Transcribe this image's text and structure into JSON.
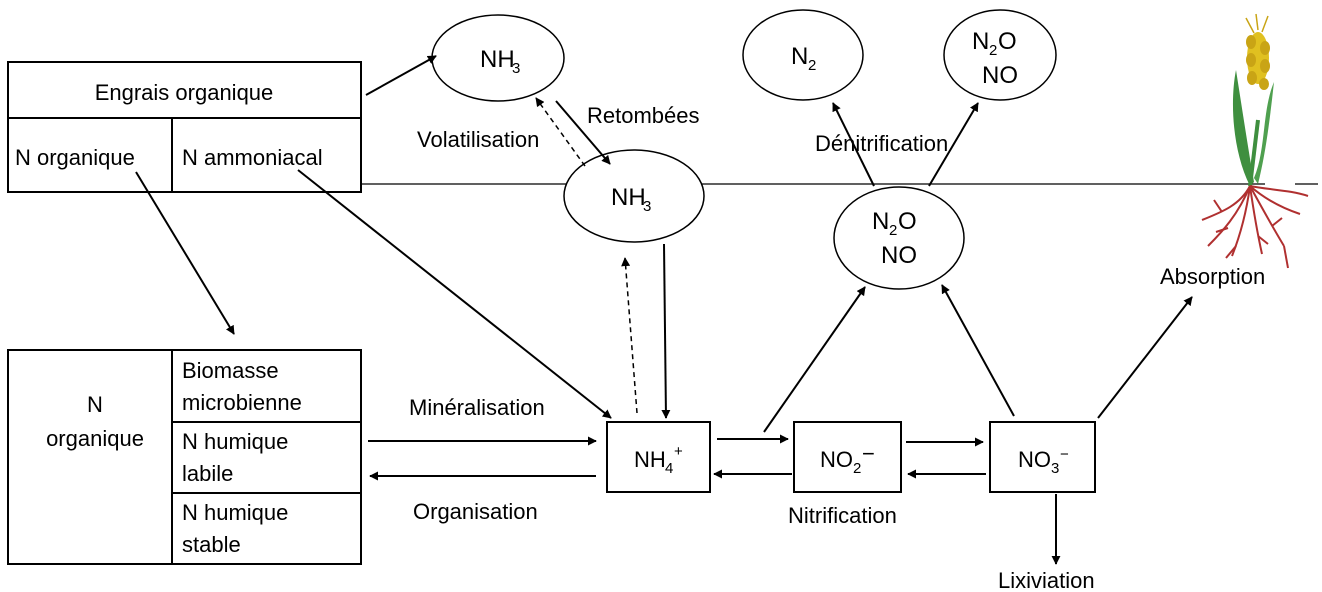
{
  "fertilizer": {
    "title": "Engrais organique",
    "organic_n": "N organique",
    "ammoniacal_n": "N ammoniacal"
  },
  "soil_organic": {
    "n_label": "N",
    "organic_label": "organique",
    "biomass_1": "Biomasse",
    "biomass_2": "microbienne",
    "labile_1": "N humique",
    "labile_2": "labile",
    "stable_1": "N humique",
    "stable_2": "stable"
  },
  "gases": {
    "nh3_base": "NH",
    "nh3_sub": "3",
    "n2_base": "N",
    "n2_sub": "2",
    "n2o_base": "N",
    "n2o_sub": "2",
    "n2o_o": "O",
    "no": "NO"
  },
  "ions": {
    "nh4_base": "NH",
    "nh4_sub": "4",
    "nh4_sup": "+",
    "no2_base": "NO",
    "no2_sub": "2",
    "no2_sup": "−",
    "no3_base": "NO",
    "no3_sub": "3",
    "no3_sup": "−"
  },
  "processes": {
    "retombees": "Retombées",
    "volatilisation": "Volatilisation",
    "denitrification": "Dénitrification",
    "mineralisation": "Minéralisation",
    "organisation": "Organisation",
    "nitrification": "Nitrification",
    "absorption": "Absorption",
    "lixiviation": "Lixiviation"
  },
  "icons": {
    "plant": "wheat-plant-icon"
  },
  "colors": {
    "stroke": "#000000",
    "root": "#b03030",
    "stem": "#3f8f3f",
    "grain": "#e0c020"
  }
}
